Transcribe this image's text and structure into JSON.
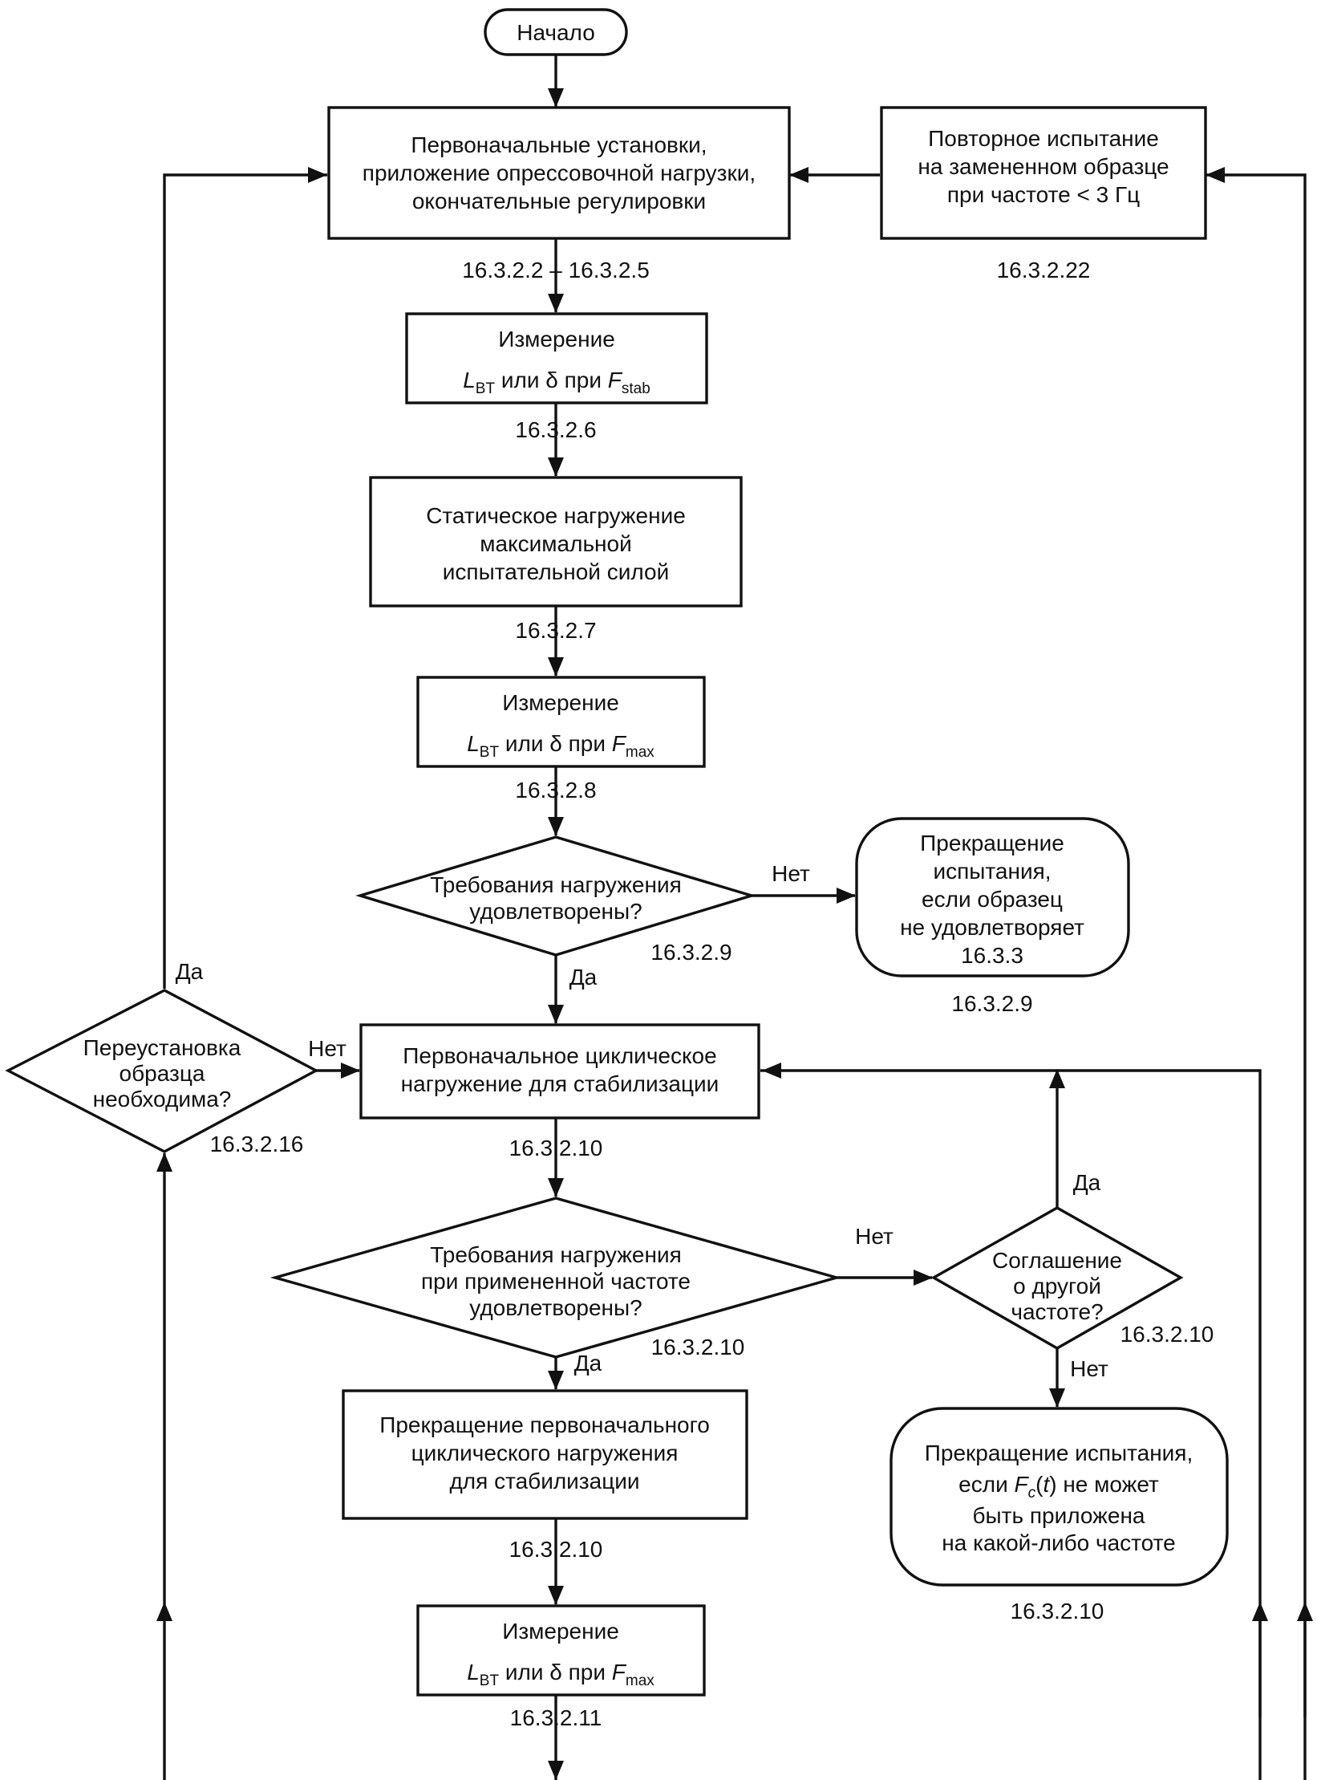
{
  "flowchart": {
    "start": "Начало",
    "initial_setup": [
      "Первоначальные установки,",
      "приложение опрессовочной нагрузки,",
      "окончательные регулировки"
    ],
    "initial_setup_ref": "16.3.2.2 – 16.3.2.5",
    "retest": [
      "Повторное испытание",
      "на замененном образце",
      "при частоте < 3 Гц"
    ],
    "retest_ref": "16.3.2.22",
    "measure_1": {
      "title": "Измерение",
      "l": "L",
      "l_sub": "BT",
      "mid": " или δ при ",
      "f": "F",
      "f_sub": "stab"
    },
    "measure_1_ref": "16.3.2.6",
    "static_load": [
      "Статическое нагружение",
      "максимальной",
      "испытательной силой"
    ],
    "static_load_ref": "16.3.2.7",
    "measure_2": {
      "title": "Измерение",
      "l": "L",
      "l_sub": "BT",
      "mid": " или δ при ",
      "f": "F",
      "f_sub": "max"
    },
    "measure_2_ref": "16.3.2.8",
    "decision_load": [
      "Требования нагружения",
      "удовлетворены?"
    ],
    "decision_load_ref": "16.3.2.9",
    "stop_1": [
      "Прекращение",
      "испытания,",
      "если образец",
      "не удовлетворяет",
      "16.3.3"
    ],
    "stop_1_ref": "16.3.2.9",
    "reinstall": [
      "Переустановка",
      "образца",
      "необходима?"
    ],
    "reinstall_ref": "16.3.2.16",
    "cyclic_init": [
      "Первоначальное циклическое",
      "нагружение для стабилизации"
    ],
    "cyclic_init_ref": "16.3.2.10",
    "decision_freq": [
      "Требования нагружения",
      "при примененной частоте",
      "удовлетворены?"
    ],
    "decision_freq_ref": "16.3.2.10",
    "agreement": [
      "Соглашение",
      "о другой",
      "частоте?"
    ],
    "agreement_ref": "16.3.2.10",
    "stop_cyclic": [
      "Прекращение первоначального",
      "циклического нагружения",
      "для стабилизации"
    ],
    "stop_cyclic_ref": "16.3.2.10",
    "stop_2": {
      "line1": "Прекращение испытания,",
      "l2_pre": "если ",
      "l2_f": "F",
      "l2_sub": "c",
      "l2_paren_open": "(",
      "l2_t": "t",
      "l2_post": ") не может",
      "line3": "быть приложена",
      "line4": "на какой-либо частоте"
    },
    "stop_2_ref": "16.3.2.10",
    "measure_3": {
      "title": "Измерение",
      "l": "L",
      "l_sub": "BT",
      "mid": " или δ при ",
      "f": "F",
      "f_sub": "max"
    },
    "measure_3_ref": "16.3.2.11",
    "yes": "Да",
    "no": "Нет"
  }
}
